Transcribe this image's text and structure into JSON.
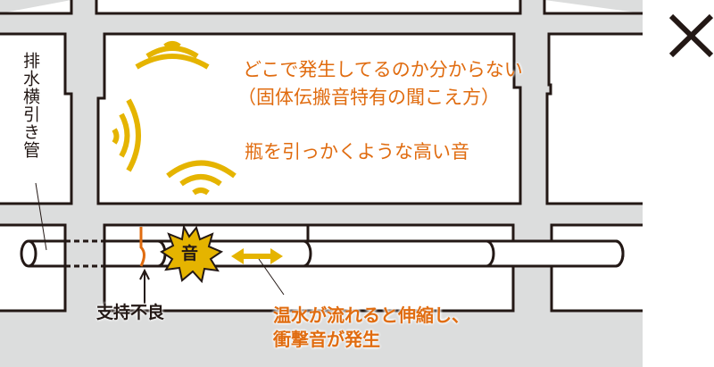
{
  "labels": {
    "pipe_name": "排水横引き管",
    "location_unknown": "どこで発生してるのか分からない",
    "solid_borne": "（固体伝搬音特有の聞こえ方）",
    "high_sound": "瓶を引っかくような高い音",
    "support_fault": "支持不良",
    "expansion_line1": "温水が流れると伸縮し、",
    "expansion_line2": "衝撃音が発生",
    "sound_badge": "音",
    "verdict_mark": "✕"
  },
  "colors": {
    "accent_orange": "#e06c10",
    "wave_yellow": "#e5b400",
    "floor_gray": "#dcdddd",
    "line_black": "#231815"
  }
}
